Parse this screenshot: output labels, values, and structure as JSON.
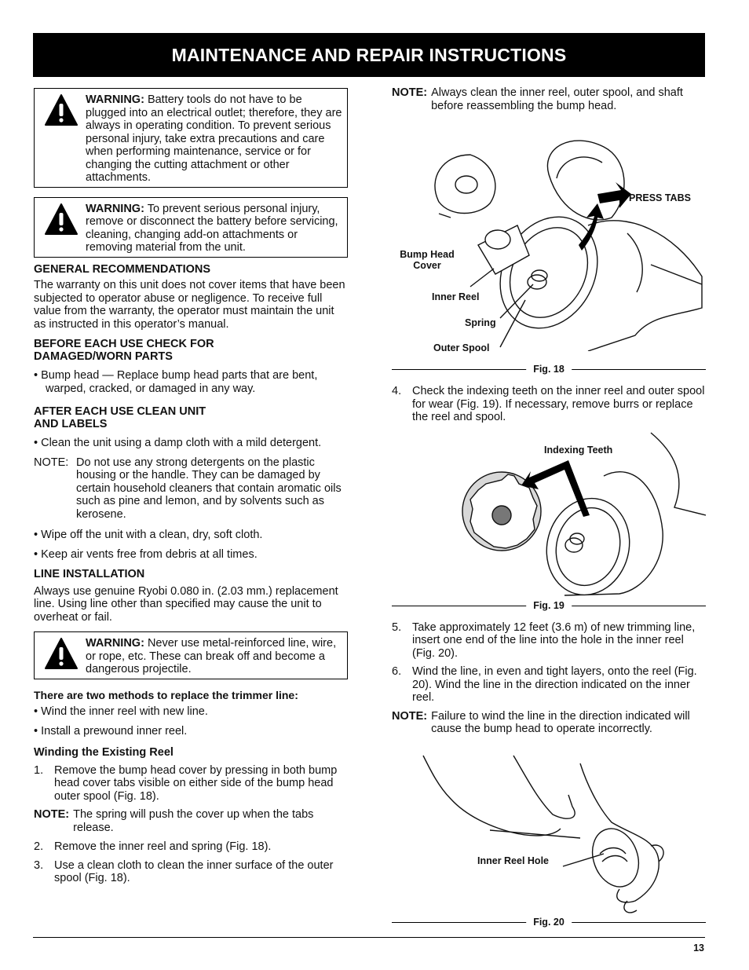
{
  "header": {
    "title": "MAINTENANCE AND REPAIR INSTRUCTIONS"
  },
  "warnings": [
    {
      "label": "WARNING:",
      "text": " Battery tools do not have to be plugged into an electrical outlet; therefore, they are always in operating condition. To prevent serious personal injury, take extra precautions and care when performing maintenance, service or for changing the cutting attachment or other attachments."
    },
    {
      "label": "WARNING:",
      "text": " To prevent serious personal injury, remove or disconnect the battery before servicing, cleaning, changing add-on attachments or removing material from the unit."
    },
    {
      "label": "WARNING:",
      "text": " Never use metal-reinforced line, wire, or rope, etc. These can break off and become a dangerous projectile."
    }
  ],
  "general": {
    "heading": "GENERAL RECOMMENDATIONS",
    "body": "The warranty on this unit does not cover items that have been subjected to operator abuse or negligence. To receive full value from the warranty, the operator must maintain the unit as instructed in this operator’s manual."
  },
  "before_use": {
    "heading_line1": "BEFORE EACH USE CHECK FOR",
    "heading_line2": "DAMAGED/WORN PARTS",
    "bullet": "• Bump head — Replace bump head parts that are bent, warped, cracked, or damaged in any way."
  },
  "after_use": {
    "heading_line1": "AFTER EACH USE CLEAN UNIT",
    "heading_line2": "AND LABELS",
    "bullet1": "• Clean the unit using a damp cloth with a mild detergent.",
    "note_label": "NOTE:",
    "note_text": "Do not use any strong detergents on the plastic housing or the handle. They can be damaged by certain household cleaners that contain aromatic oils such as pine and lemon, and by solvents such as kerosene.",
    "bullet2": "• Wipe off the unit with a clean, dry, soft cloth.",
    "bullet3": "• Keep air vents free from debris at all times."
  },
  "line_install": {
    "heading": "LINE INSTALLATION",
    "body": "Always use genuine Ryobi 0.080 in. (2.03 mm.) replacement line. Using line other than specified may cause the unit to overheat or fail.",
    "methods_heading": "There are two methods to replace the trimmer line:",
    "method1": "• Wind the inner reel with new line.",
    "method2": "• Install a prewound inner reel."
  },
  "winding": {
    "heading": "Winding the Existing Reel",
    "step1": "Remove the bump head cover by pressing in both bump head cover tabs visible on either side of the bump head outer spool (Fig. 18).",
    "note_label": "NOTE:",
    "note_text": "The spring will push the cover up when the tabs release.",
    "step2": "Remove the inner reel and spring (Fig. 18).",
    "step3": "Use a clean cloth to clean the inner surface of the outer spool (Fig. 18)."
  },
  "right": {
    "note1_label": "NOTE:",
    "note1_text": "Always clean the inner reel, outer spool, and shaft before reassembling the bump head.",
    "fig18": {
      "press_tabs": "PRESS TABS",
      "bump_head_cover_1": "Bump Head",
      "bump_head_cover_2": "Cover",
      "inner_reel": "Inner Reel",
      "spring": "Spring",
      "outer_spool": "Outer Spool",
      "caption": "Fig. 18"
    },
    "step4": "Check the indexing teeth on the inner reel and outer spool for wear (Fig. 19). If necessary, remove burrs or replace the reel and spool.",
    "fig19": {
      "indexing_teeth": "Indexing Teeth",
      "caption": "Fig. 19"
    },
    "step5": "Take approximately 12 feet (3.6 m) of new trimming line, insert one end of the line into the hole in the inner reel (Fig. 20).",
    "step6": "Wind the line, in even and tight layers, onto the reel (Fig. 20). Wind the line in the direction indicated on the inner reel.",
    "note2_label": "NOTE:",
    "note2_text": "Failure to wind the line in the direction indicated will cause the bump head to operate incorrectly.",
    "fig20": {
      "inner_reel_hole": "Inner Reel Hole",
      "caption": "Fig. 20"
    }
  },
  "nums": {
    "n1": "1.",
    "n2": "2.",
    "n3": "3.",
    "n4": "4.",
    "n5": "5.",
    "n6": "6."
  },
  "footer": {
    "page_number": "13"
  }
}
